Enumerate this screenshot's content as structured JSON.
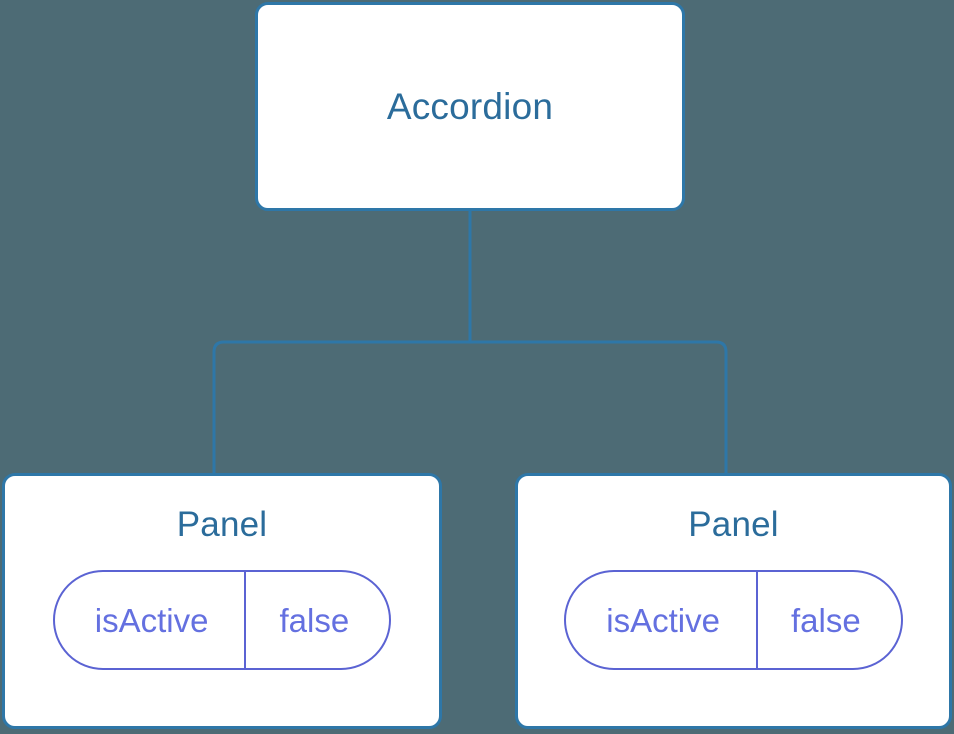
{
  "diagram": {
    "type": "component-tree",
    "background_color": "#4d6b75",
    "node_border_color": "#2e77a8",
    "node_fill_color": "#ffffff",
    "title_text_color": "#2b6c9b",
    "connector_color": "#2e77a8",
    "badge_border_color": "#5b63d3",
    "badge_text_color": "#6470e0",
    "root": {
      "label": "Accordion"
    },
    "children": [
      {
        "label": "Panel",
        "state": {
          "key": "isActive",
          "value": "false"
        }
      },
      {
        "label": "Panel",
        "state": {
          "key": "isActive",
          "value": "false"
        }
      }
    ]
  }
}
